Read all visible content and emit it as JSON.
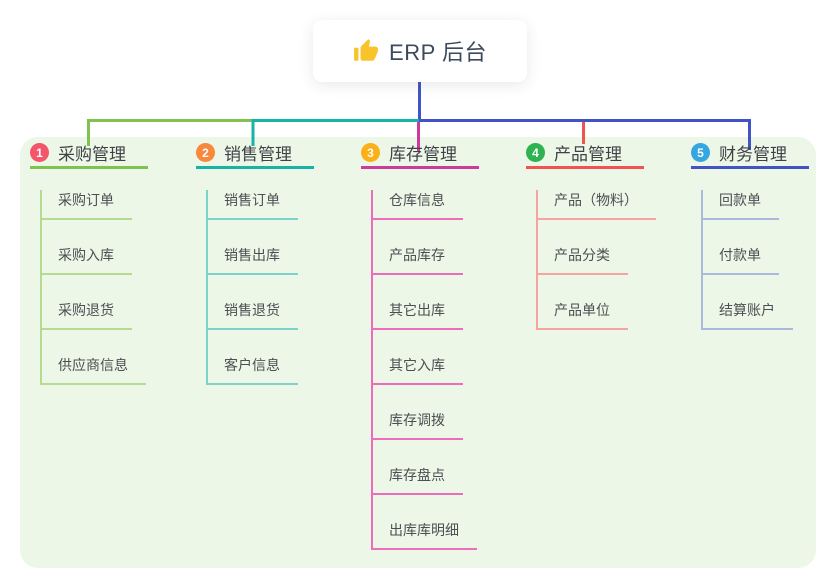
{
  "root": {
    "title": "ERP 后台",
    "icon": "thumbs-up-icon"
  },
  "colors": {
    "canvas_bg": "#ffffff",
    "panel_bg": "#ecf7e8",
    "root_line": "#4254c5",
    "title_text": "#3d4a5c",
    "thumb_yellow": "#f9c32a"
  },
  "branches": [
    {
      "number": "1",
      "label": "采购管理",
      "badge_color": "#f3566a",
      "line_color": "#7fc24f",
      "child_line_color": "#b5db93",
      "children": [
        "采购订单",
        "采购入库",
        "采购退货",
        "供应商信息"
      ]
    },
    {
      "number": "2",
      "label": "销售管理",
      "badge_color": "#f8883c",
      "line_color": "#17b3a6",
      "child_line_color": "#7dd3c9",
      "children": [
        "销售订单",
        "销售出库",
        "销售退货",
        "客户信息"
      ]
    },
    {
      "number": "3",
      "label": "库存管理",
      "badge_color": "#fbb018",
      "line_color": "#cc3a9b",
      "child_line_color": "#ef6cbb",
      "children": [
        "仓库信息",
        "产品库存",
        "其它出库",
        "其它入库",
        "库存调拨",
        "库存盘点",
        "出库库明细"
      ]
    },
    {
      "number": "4",
      "label": "产品管理",
      "badge_color": "#2fb350",
      "line_color": "#f0544f",
      "child_line_color": "#f7a3a0",
      "children": [
        "产品（物料）",
        "产品分类",
        "产品单位"
      ]
    },
    {
      "number": "5",
      "label": "财务管理",
      "badge_color": "#36a6e0",
      "line_color": "#4254c5",
      "child_line_color": "#a9badd",
      "children": [
        "回款单",
        "付款单",
        "结算账户"
      ]
    }
  ]
}
